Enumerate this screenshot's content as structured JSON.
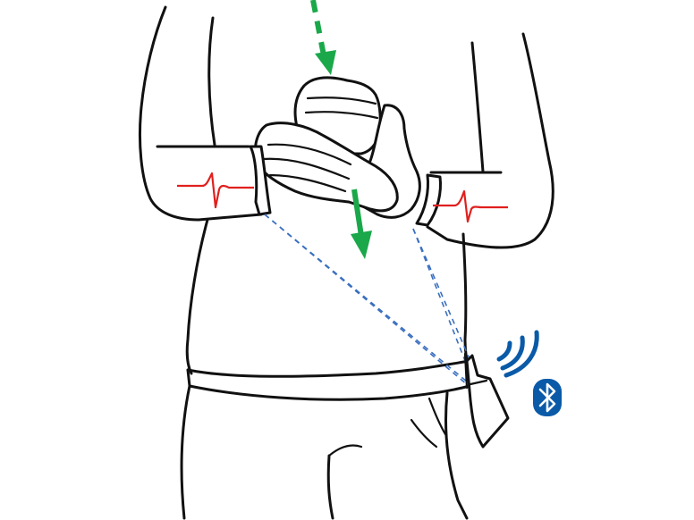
{
  "colors": {
    "outline": "#111111",
    "ecg_trace": "#e0201e",
    "motion_arrow": "#1aa84a",
    "sight_line": "#3a6fbf",
    "bluetooth": "#0a5aa8",
    "background": "#ffffff"
  },
  "icons": [
    "bluetooth-icon",
    "wireless-signal-icon"
  ],
  "arrows": [
    {
      "name": "upper-dashed-arrow",
      "style": "dashed",
      "direction": "down"
    },
    {
      "name": "lower-solid-arrow",
      "style": "solid",
      "direction": "down"
    }
  ],
  "ecg_waveforms": [
    "left-wrist",
    "right-wrist"
  ],
  "device": "hip-worn-sensor"
}
